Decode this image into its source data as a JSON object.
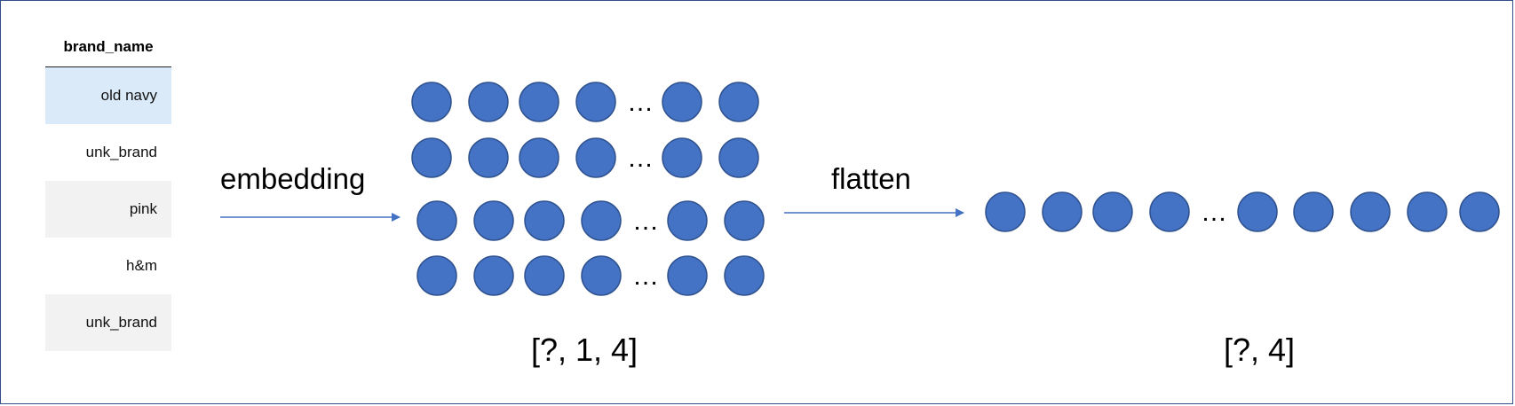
{
  "table": {
    "header": "brand_name",
    "rows": [
      {
        "value": "old navy",
        "style": "highlighted"
      },
      {
        "value": "unk_brand",
        "style": "white"
      },
      {
        "value": "pink",
        "style": "gray"
      },
      {
        "value": "h&m",
        "style": "white"
      },
      {
        "value": "unk_brand",
        "style": "gray"
      }
    ]
  },
  "arrows": {
    "embedding_label": "embedding",
    "flatten_label": "flatten"
  },
  "embedding_matrix": {
    "rows": 4,
    "dots_before_ellipsis": 4,
    "dots_after_ellipsis": 2,
    "ellipsis": "…",
    "shape_label": "[?, 1, 4]"
  },
  "flattened_vector": {
    "dots_before_ellipsis": 4,
    "dots_after_ellipsis": 5,
    "ellipsis": "…",
    "shape_label": "[?, 4]"
  },
  "colors": {
    "dot_fill": "#4472c4",
    "dot_stroke": "#2f528f",
    "arrow": "#4472c4",
    "highlight_row": "#dbeaf9",
    "gray_row": "#f2f2f2",
    "frame": "#2f4f86"
  }
}
